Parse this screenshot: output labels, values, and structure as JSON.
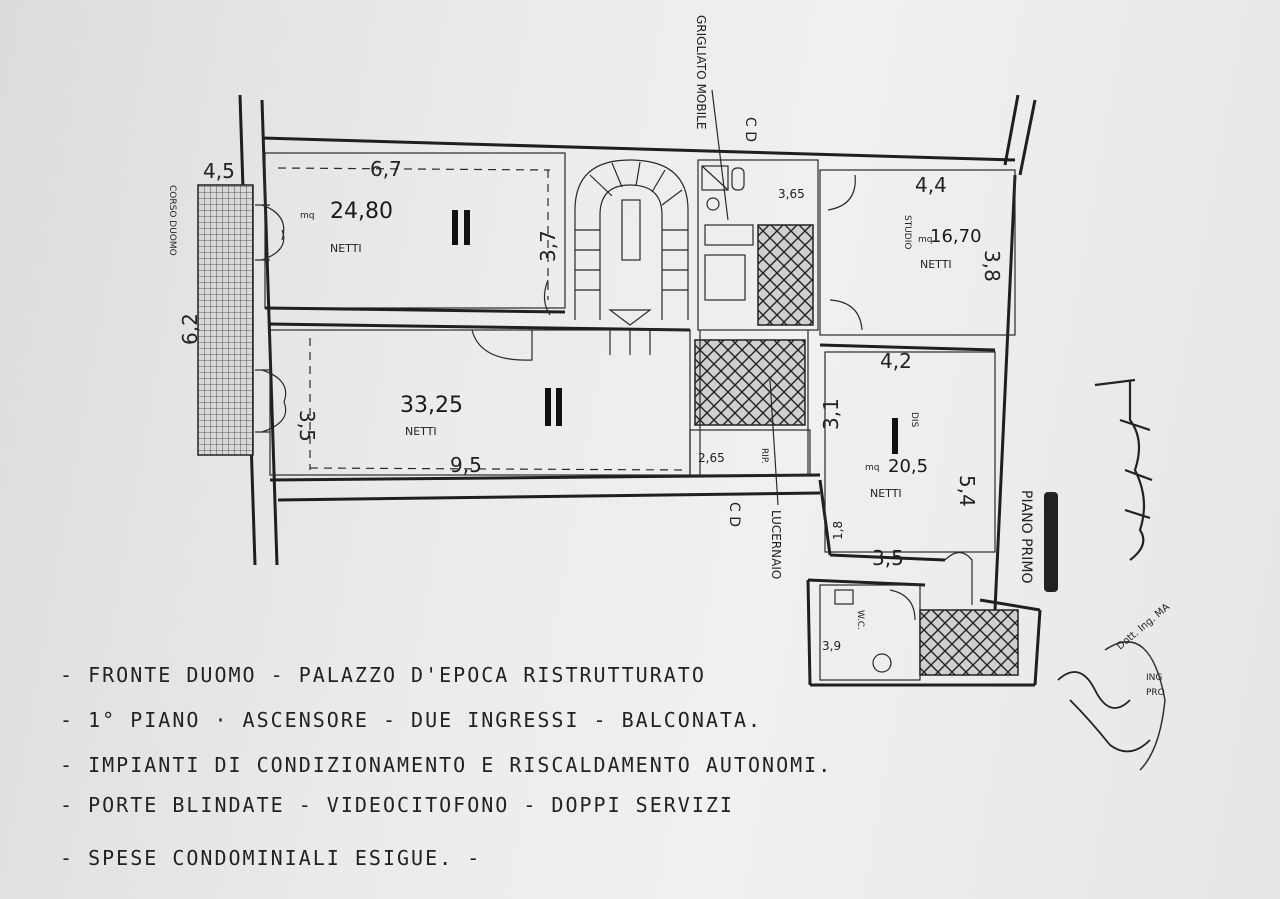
{
  "diagram": {
    "vertical_labels": {
      "grigliato": "GRIGLIATO MOBILE",
      "lucernaio": "LUCERNAIO",
      "corso": "CORSO DUOMO",
      "piano": "PIANO PRIMO"
    },
    "cd_labels": [
      "C D",
      "C D"
    ],
    "dimensions": {
      "d_6_7": "6,7",
      "d_4_5": "4,5",
      "d_6_2": "6,2",
      "d_3_7": "3,7",
      "d_3_5_left": "3,5",
      "d_9_5": "9,5",
      "d_4_4": "4,4",
      "d_3_8": "3,8",
      "d_4_2": "4,2",
      "d_3_1": "3,1",
      "d_5_4": "5,4",
      "d_3_5_bottom": "3,5",
      "d_1_8": "1,8",
      "d_3_65": "3,65",
      "d_2_65": "2,65",
      "d_3_9": "3,9"
    },
    "rooms": {
      "r1_area": "24,80",
      "r2_area": "33,25",
      "studio_area": "16,70",
      "dis_area": "20,5",
      "netti": "NETTI",
      "studio_label": "STUDIO",
      "dis_label": "DIS",
      "wc_label": "W.C.",
      "rip_label": "RIP.",
      "mq": "mq"
    }
  },
  "notes": [
    "- FRONTE DUOMO - PALAZZO D'EPOCA RISTRUTTURATO",
    "- 1° PIANO · ASCENSORE - DUE INGRESSI - BALCONATA.",
    "- IMPIANTI DI CONDIZIONAMENTO E RISCALDAMENTO AUTONOMI.",
    "- PORTE BLINDATE - VIDEOCITOFONO - DOPPI SERVIZI",
    "- SPESE CONDOMINIALI ESIGUE. -"
  ],
  "stamp": {
    "line1": "Dott. Ing. MA",
    "line2": "ING",
    "line3": "PRO"
  }
}
